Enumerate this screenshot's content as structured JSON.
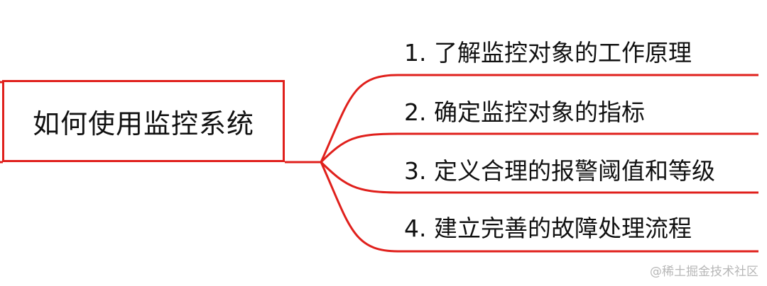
{
  "root": {
    "label": "如何使用监控系统"
  },
  "branches": [
    {
      "label": "1. 了解监控对象的工作原理"
    },
    {
      "label": "2. 确定监控对象的指标"
    },
    {
      "label": "3. 定义合理的报警阈值和等级"
    },
    {
      "label": "4. 建立完善的故障处理流程"
    }
  ],
  "watermark": {
    "text": "@稀土掘金技术社区"
  },
  "colors": {
    "line": "#e0201c",
    "text": "#111111",
    "watermark": "#b7b7b7"
  }
}
